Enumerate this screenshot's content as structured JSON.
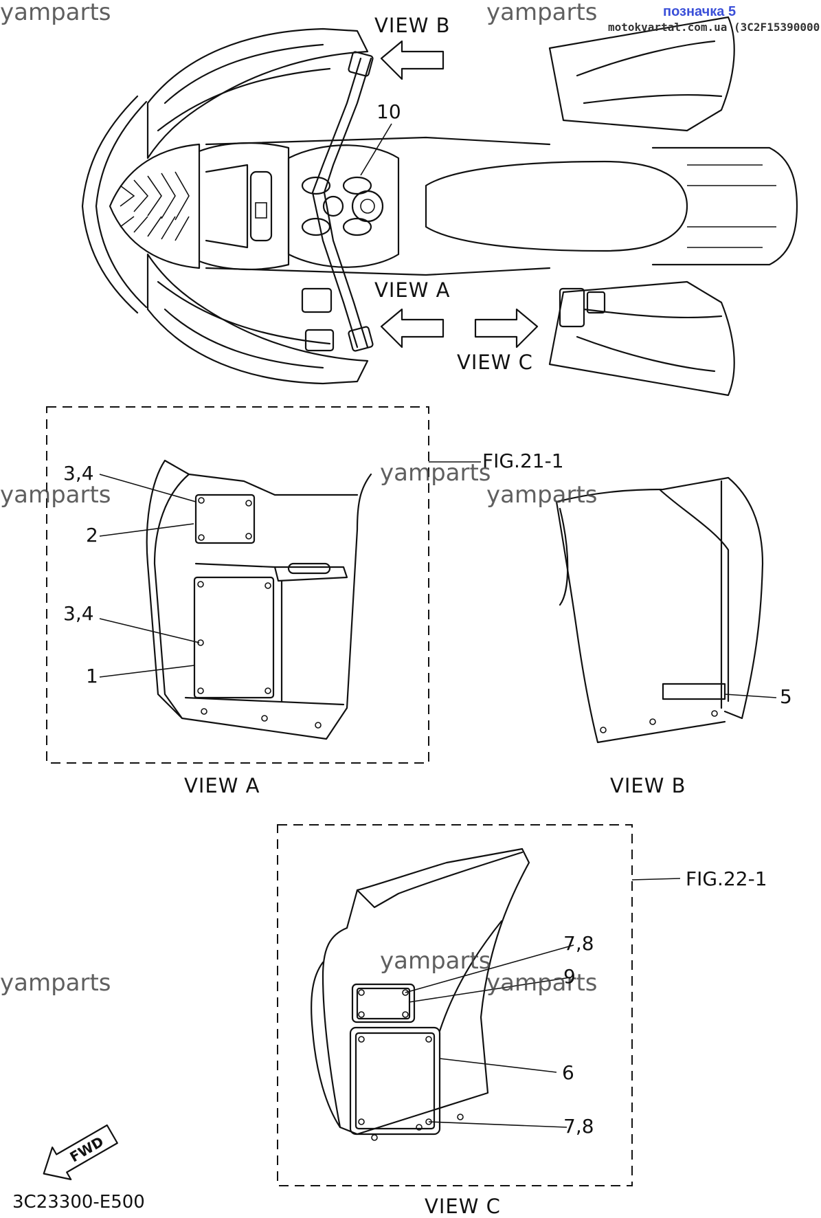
{
  "watermark": "yamparts",
  "corner_tag": "позначка 5",
  "source_line": "motokvartal.com.ua (3C2F15390000)",
  "views": {
    "b_top": "VIEW B",
    "a_top": "VIEW A",
    "c_top": "VIEW C",
    "a_caption": "VIEW A",
    "b_caption": "VIEW B",
    "c_caption": "VIEW C"
  },
  "figures": {
    "fig21": "FIG.21-1",
    "fig22": "FIG.22-1"
  },
  "callouts": {
    "c10": "10",
    "a_34_top": "3,4",
    "a_2": "2",
    "a_34_mid": "3,4",
    "a_1": "1",
    "b_5": "5",
    "c_78_top": "7,8",
    "c_9": "9",
    "c_6": "6",
    "c_78_bottom": "7,8"
  },
  "fwd_label": "FWD",
  "diagram_code": "3C23300-E500"
}
